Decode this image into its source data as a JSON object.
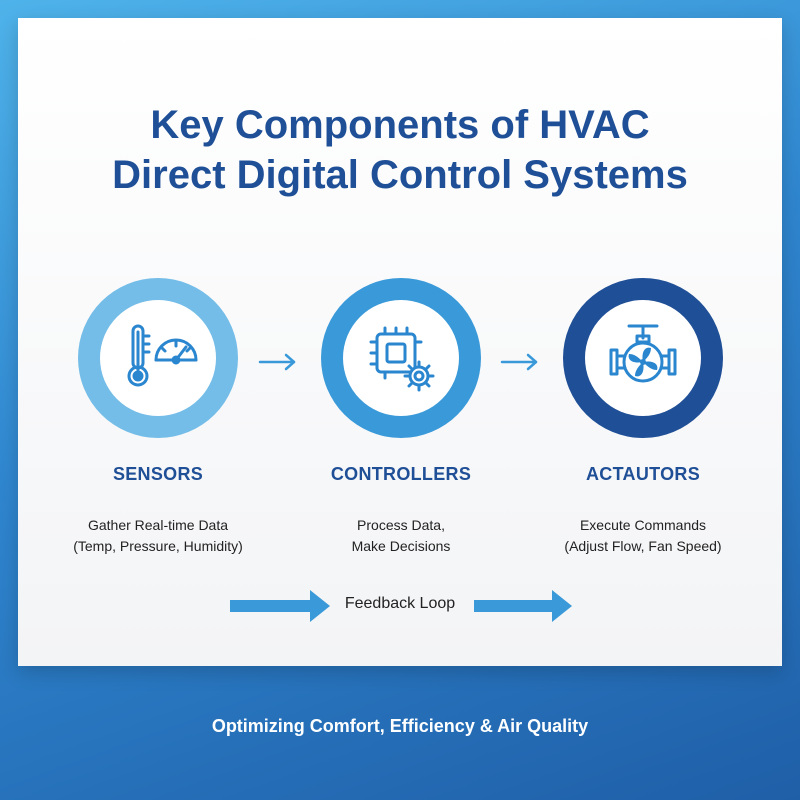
{
  "title_line1": "Key Components of HVAC",
  "title_line2": "Direct Digital Control Systems",
  "components": [
    {
      "label": "SENSORS",
      "desc_line1": "Gather Real-time Data",
      "desc_line2": "(Temp, Pressure, Humidity)",
      "icon": "thermometer-gauge-icon",
      "ring_color": "#74bde8"
    },
    {
      "label": "CONTROLLERS",
      "desc_line1": "Process Data,",
      "desc_line2": "Make Decisions",
      "icon": "chip-gear-icon",
      "ring_color": "#3a9ad9"
    },
    {
      "label": "ACTAUTORS",
      "desc_line1": "Execute Commands",
      "desc_line2": "(Adjust Flow, Fan Speed)",
      "icon": "valve-fan-icon",
      "ring_color": "#1f4f96"
    }
  ],
  "feedback_label": "Feedback Loop",
  "footer": "Optimizing Comfort, Efficiency & Air Quality",
  "colors": {
    "title": "#1f4f96",
    "arrow": "#3a9ad9",
    "icon": "#2a86cf"
  }
}
